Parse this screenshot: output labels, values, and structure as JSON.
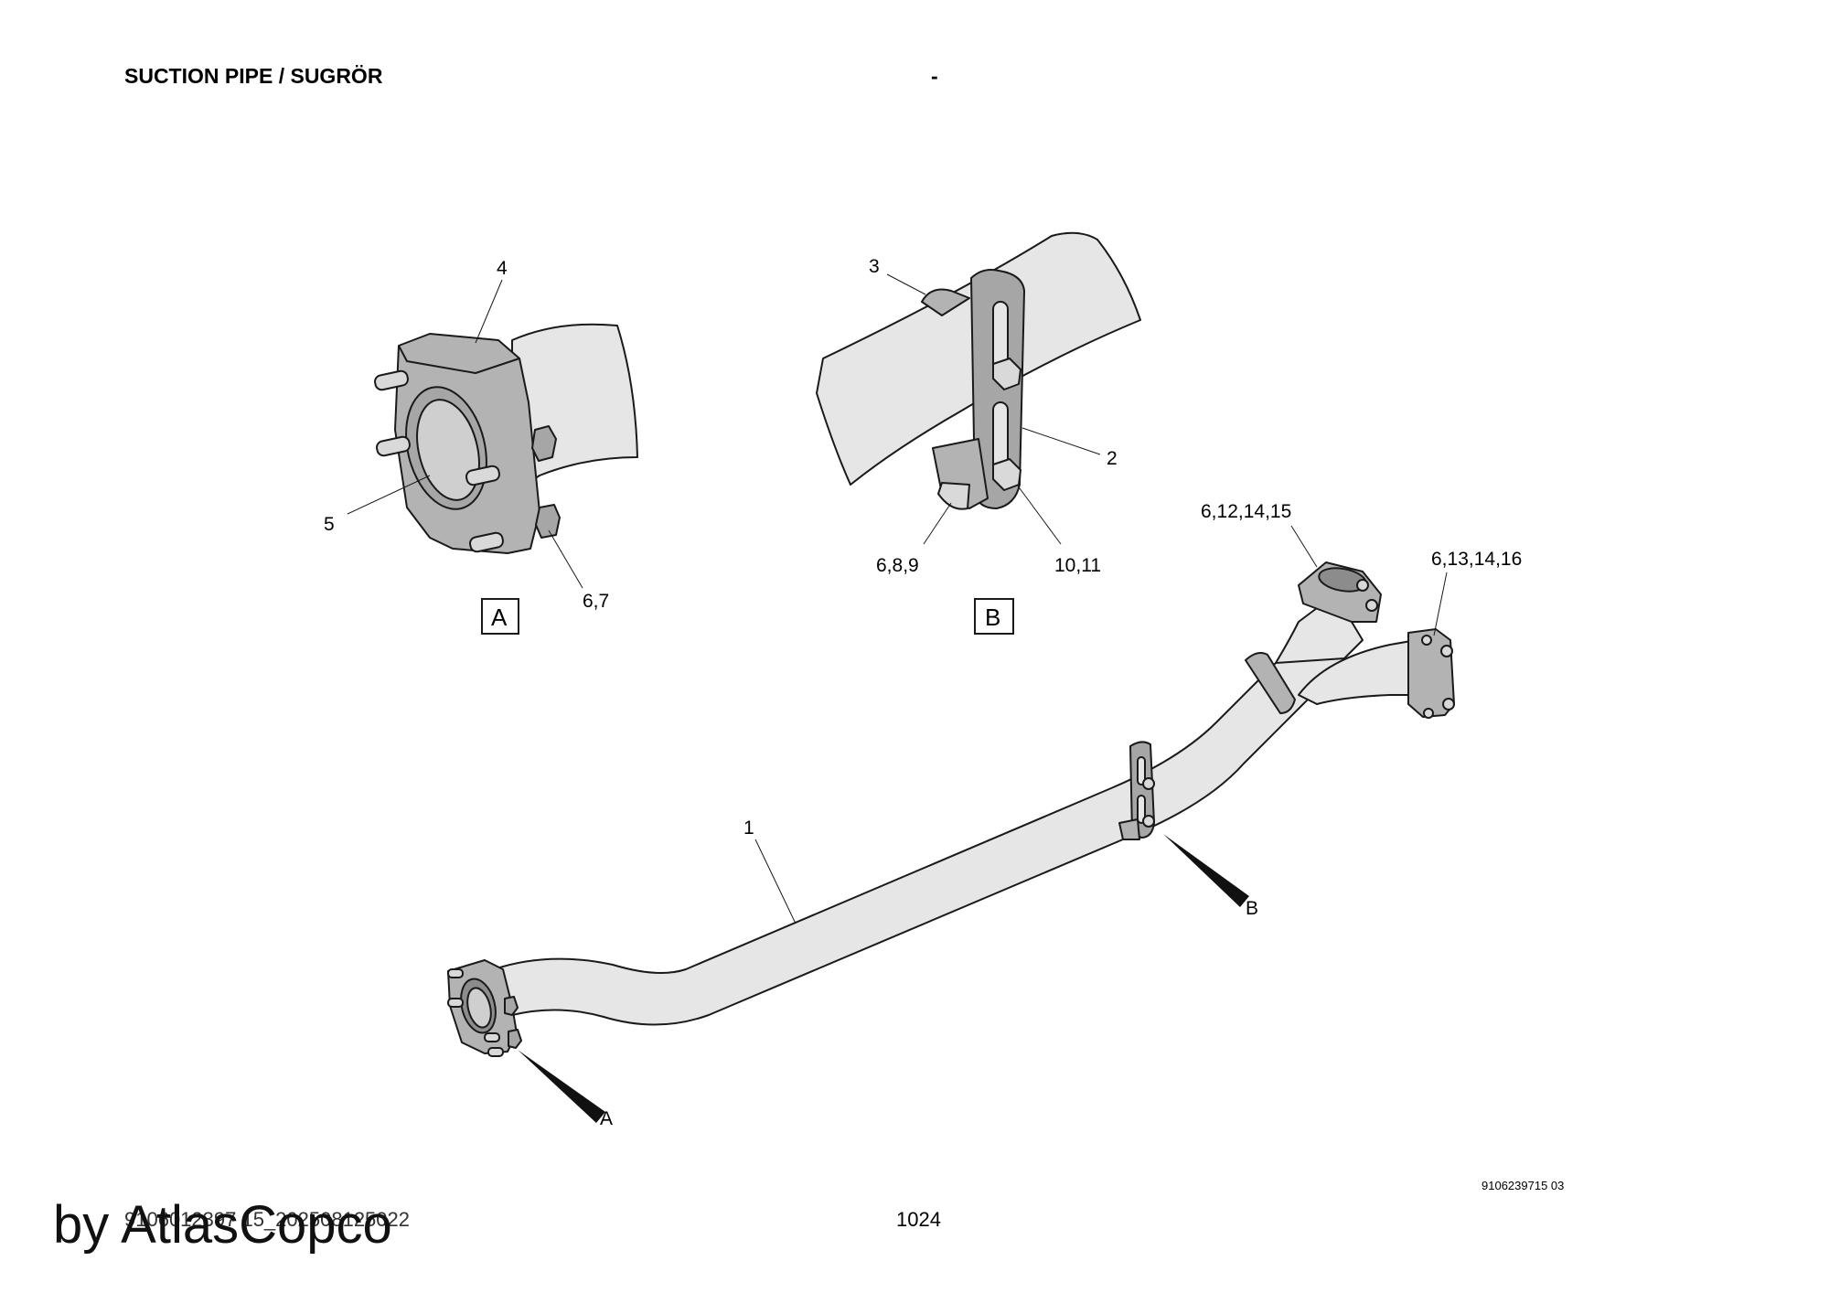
{
  "header": {
    "title": "SUCTION PIPE / SUGRÖR",
    "center_mark": "-"
  },
  "callouts": {
    "part_1": "1",
    "part_2": "2",
    "part_3": "3",
    "part_4": "4",
    "part_5": "5",
    "parts_6_7": "6,7",
    "parts_6_8_9": "6,8,9",
    "parts_10_11": "10,11",
    "parts_6_12_14_15": "6,12,14,15",
    "parts_6_13_14_16": "6,13,14,16"
  },
  "views": {
    "detail_a_box": "A",
    "detail_b_box": "B",
    "pointer_a": "A",
    "pointer_b": "B"
  },
  "footer": {
    "drawing_number": "9106239715 03",
    "document_id": "9106012397 15_202508125022",
    "page_number": "1024",
    "watermark": "by AtlasCopco"
  },
  "colors": {
    "pipe_fill": "#e6e6e6",
    "metal_fill": "#b3b3b3",
    "dark_metal": "#8c8c8c",
    "line": "#1a1a1a"
  }
}
